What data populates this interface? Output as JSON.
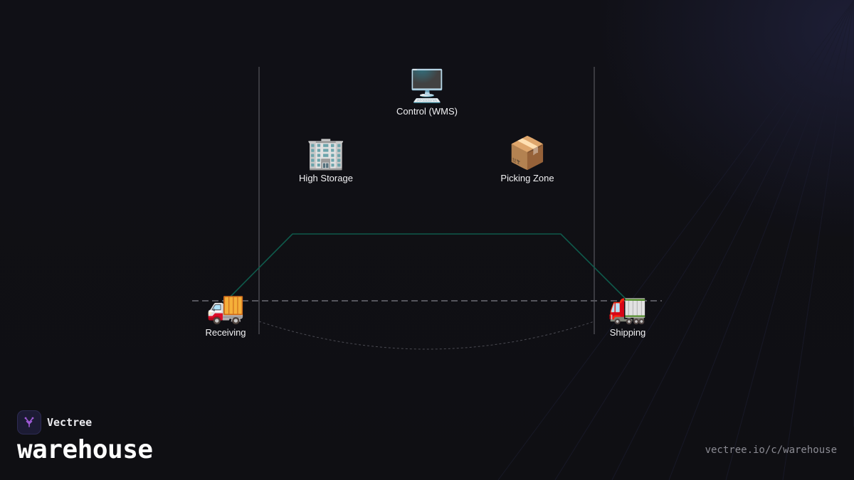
{
  "diagram": {
    "nodes": [
      {
        "id": "control",
        "icon": "desktop-computer-icon",
        "glyph": "🖥️",
        "label": "Control (WMS)"
      },
      {
        "id": "high-storage",
        "icon": "office-building-icon",
        "glyph": "🏢",
        "label": "High Storage"
      },
      {
        "id": "picking",
        "icon": "package-icon",
        "glyph": "📦",
        "label": "Picking Zone"
      },
      {
        "id": "receiving",
        "icon": "delivery-truck-icon",
        "glyph": "🚚",
        "label": "Receiving"
      },
      {
        "id": "shipping",
        "icon": "articulated-lorry-icon",
        "glyph": "🚛",
        "label": "Shipping"
      }
    ],
    "colors": {
      "flow_path": "#0f5a4b",
      "wall": "#3a3a40",
      "floor": "#55555c",
      "arc": "#4a4a52"
    }
  },
  "brand": {
    "name": "Vectree",
    "logo_icon": "vectree-tree-logo-icon",
    "logo_color": "#a05ad8"
  },
  "page": {
    "title": "warehouse",
    "url": "vectree.io/c/warehouse"
  }
}
